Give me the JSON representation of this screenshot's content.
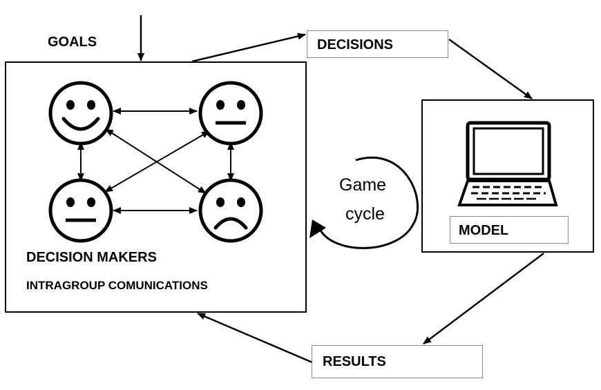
{
  "labels": {
    "goals": "GOALS",
    "decisions": "DECISIONS",
    "model": "MODEL",
    "results": "RESULTS",
    "decision_makers": "DECISION MAKERS",
    "intragroup": "INTRAGROUP COMUNICATIONS",
    "cycle_line1": "Game",
    "cycle_line2": "cycle"
  },
  "icons": {
    "faces": [
      "happy-face-icon",
      "neutral-face-icon",
      "neutral-face-icon",
      "sad-face-icon"
    ],
    "computer": "laptop-computer-icon"
  },
  "colors": {
    "stroke": "#000000",
    "box_border": "#8a8a8a"
  }
}
